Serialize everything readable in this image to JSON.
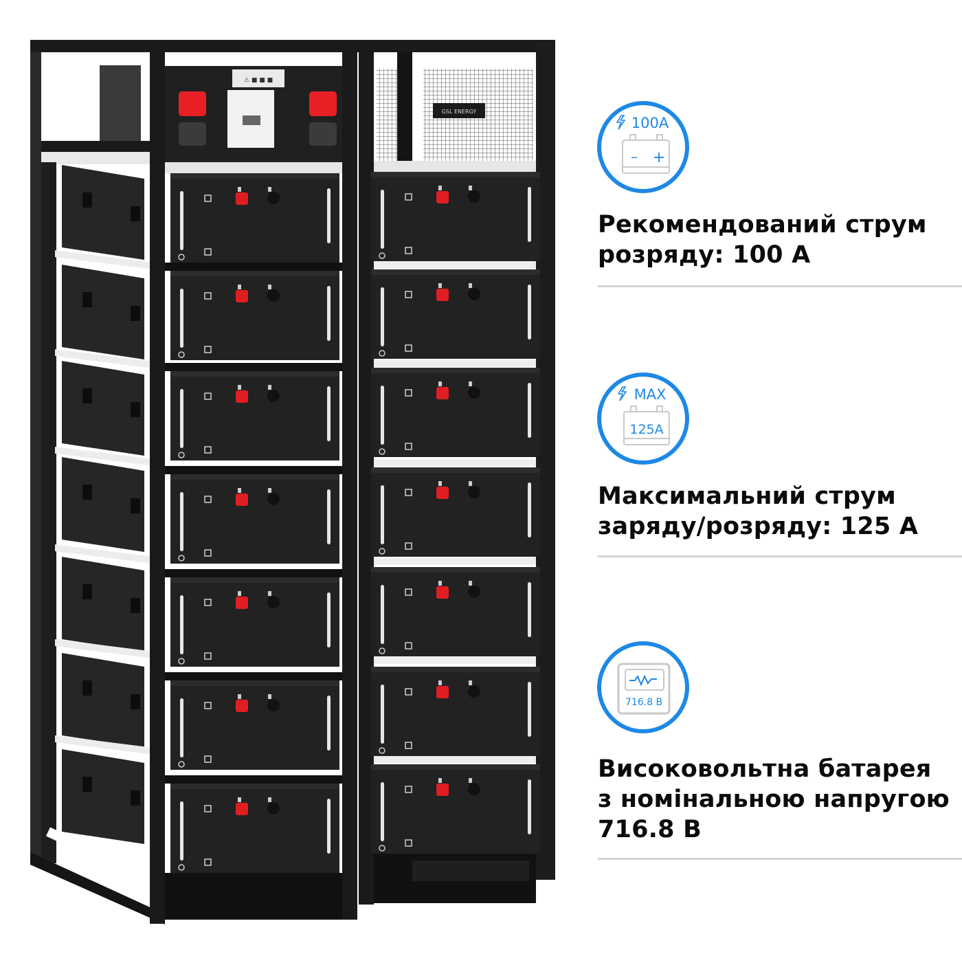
{
  "product": {
    "name": "High-voltage battery rack",
    "brand_label": "GSL ENERGY",
    "columns": 2,
    "modules_per_column": 7,
    "colors": {
      "frame": "#1c1c1c",
      "module": "#232323",
      "terminal_pos": "#e01e22",
      "handle": "#e8e8e8",
      "mesh": "#ffffff",
      "switch_panel": "#f2f2f2"
    }
  },
  "features": [
    {
      "icon": "battery-100a-icon",
      "icon_label": "100A",
      "icon_minus": "–",
      "icon_plus": "+",
      "line1": "Рекомендований струм",
      "line2": "розряду: 100 А"
    },
    {
      "icon": "battery-max-icon",
      "icon_label": "MAX",
      "icon_value": "125A",
      "line1": "Максимальний струм",
      "line2": "заряду/розряду: 125 А"
    },
    {
      "icon": "voltmeter-icon",
      "icon_value": "716.8 В",
      "line1": "Високовольтна батарея",
      "line2": "з номінальною напругою",
      "line3": "716.8 В"
    }
  ],
  "accent_color": "#1e88e5"
}
